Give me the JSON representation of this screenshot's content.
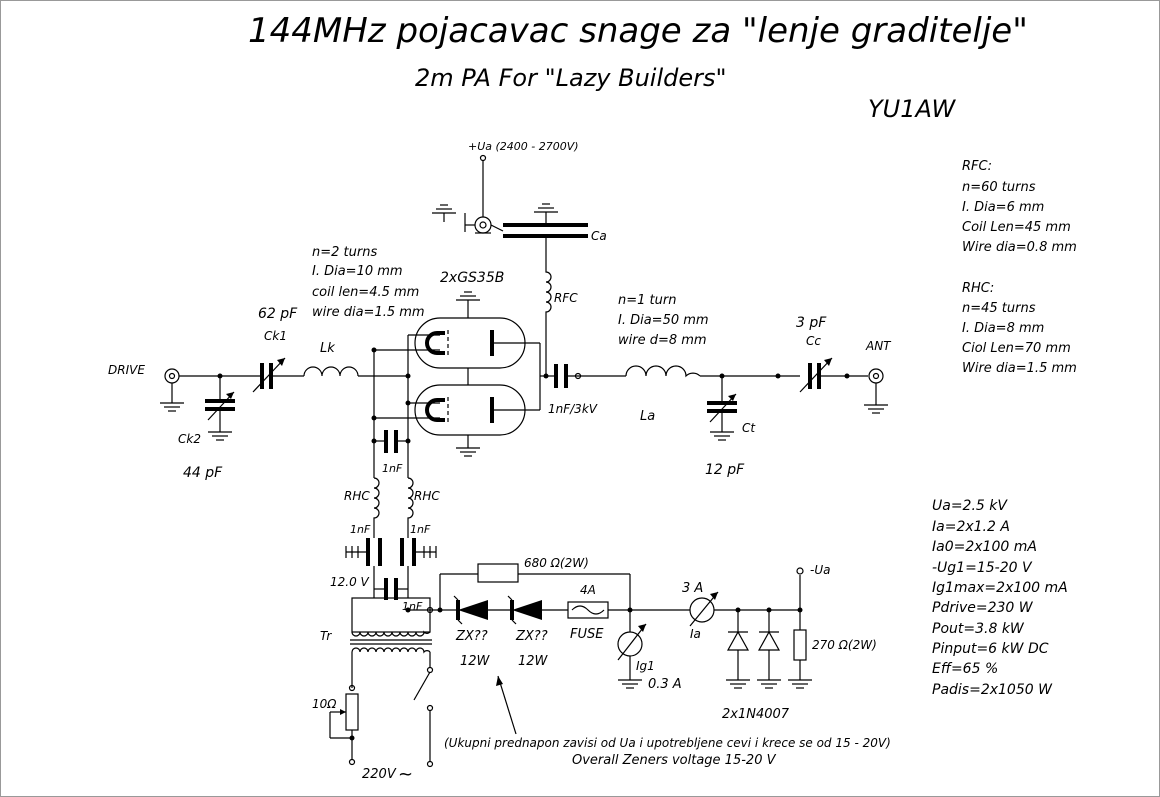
{
  "title": "144MHz pojacavac snage za \"lenje graditelje\"",
  "subtitle": "2m PA For \"Lazy Builders\"",
  "callsign": "YU1AW",
  "supply_label": "+Ua (2400 - 2700V)",
  "ca_label": "Ca",
  "rfc_label": "RFC",
  "tube_label": "2xGS35B",
  "lk_notes": [
    "n=2 turns",
    "I. Dia=10 mm",
    "coil len=4.5 mm",
    "wire dia=1.5 mm"
  ],
  "la_notes": [
    "n=1 turn",
    "I. Dia=50 mm",
    "wire d=8 mm"
  ],
  "rfc_notes": [
    "RFC:",
    "n=60 turns",
    "I. Dia=6 mm",
    "Coil Len=45 mm",
    "Wire dia=0.8 mm"
  ],
  "rhc_notes": [
    "RHC:",
    "n=45 turns",
    "I. Dia=8 mm",
    "Ciol Len=70 mm",
    "Wire dia=1.5 mm"
  ],
  "specs": [
    "Ua=2.5 kV",
    "Ia=2x1.2 A",
    "Ia0=2x100 mA",
    "-Ug1=15-20 V",
    "Ig1max=2x100 mA",
    "Pdrive=230 W",
    "Pout=3.8 kW",
    "Pinput=6 kW DC",
    "Eff=65 %",
    "Padis=2x1050 W"
  ],
  "drive_label": "DRIVE",
  "ant_label": "ANT",
  "ck1_value": "62 pF",
  "ck1_label": "Ck1",
  "ck2_label": "Ck2",
  "ck2_value": "44 pF",
  "lk_label": "Lk",
  "cap_1nf_3kv": "1nF/3kV",
  "la_label": "La",
  "ct_label": "Ct",
  "ct_value": "12 pF",
  "cc_value": "3 pF",
  "cc_label": "Cc",
  "c_1nf": "1nF",
  "rhc_label": "RHC",
  "v12": "12.0 V",
  "tr_label": "Tr",
  "r680": "680 Ω(2W)",
  "fuse_rating": "4A",
  "zener": "ZX??",
  "zener_power": "12W",
  "fuse_label": "FUSE",
  "ig1_label": "Ig1",
  "ig1_range": "0.3 A",
  "ia_range": "3 A",
  "ia_label": "Ia",
  "neg_ua": "-Ua",
  "r270": "270 Ω(2W)",
  "diodes": "2x1N4007",
  "r10": "10Ω",
  "mains": "220V",
  "ac_symbol": "~",
  "note_sr": "(Ukupni prednapon zavisi od Ua i upotrebljene cevi i krece se od 15 - 20V)",
  "note_en": "Overall  Zeners voltage 15-20 V"
}
